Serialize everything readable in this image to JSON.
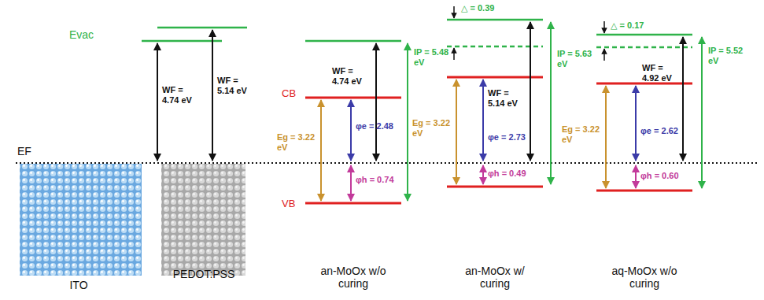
{
  "diagram": {
    "labels": [
      "Evac",
      "EF",
      "WF = 4.74 eV",
      "WF = 5.14 eV",
      "CB",
      "VB",
      "Eg = 3.22 eV",
      "φe = 2.48",
      "φh = 0.74",
      "WF = 4.74 eV",
      "IP = 5.48 eV",
      "△ = 0.39",
      "Eg = 3.22 eV",
      "φe = 2.73",
      "φh = 0.49",
      "WF = 5.14 eV",
      "IP = 5.63 eV",
      "△ = 0.17",
      "Eg = 3.22 eV",
      "φe = 2.62",
      "φh = 0.60",
      "WF = 4.92 eV",
      "IP = 5.52 eV",
      "ITO",
      "PEDOT:PSS",
      "an-MoOx w/o curing",
      "an-MoOx w/ curing",
      "aq-MoOx w/o curing"
    ]
  }
}
